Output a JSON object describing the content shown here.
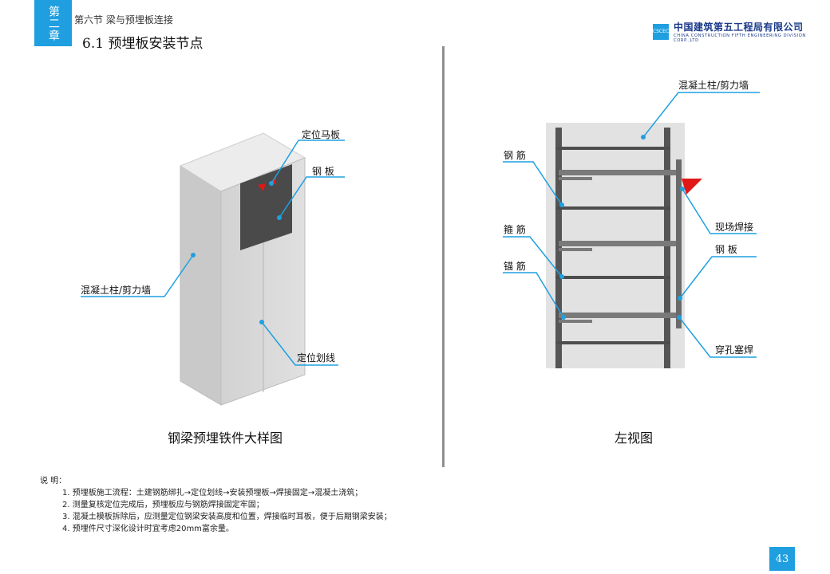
{
  "header": {
    "chapter_tab": "第二章",
    "section": "第六节  梁与预埋板连接",
    "subsection": "6.1  预埋板安装节点"
  },
  "logo": {
    "mark_text": "CSCEC",
    "name_cn": "中国建筑第五工程局有限公司",
    "name_en": "CHINA CONSTRUCTION FIFTH ENGINEERING DIVISION CORP.,LTD"
  },
  "left_figure": {
    "caption": "钢梁预埋铁件大样图",
    "labels": {
      "positioning_plate": "定位马板",
      "steel_plate": "钢  板",
      "concrete_column": "混凝土柱/剪力墙",
      "positioning_line": "定位划线"
    }
  },
  "right_figure": {
    "caption": "左视图",
    "labels": {
      "concrete_column": "混凝土柱/剪力墙",
      "rebar": "钢  筋",
      "stirrup": "箍  筋",
      "anchor_bar": "锚  筋",
      "field_weld": "现场焊接",
      "steel_plate": "钢  板",
      "plug_weld": "穿孔塞焊"
    }
  },
  "notes": {
    "heading": "说  明：",
    "items": [
      "1. 预埋板施工流程：土建钢筋绑扎→定位划线→安装预埋板→焊接固定→混凝土浇筑；",
      "2. 测量复核定位完成后，预埋板应与钢筋焊接固定牢固；",
      "3. 混凝土模板拆除后，应测量定位钢梁安装高度和位置，焊接临时耳板，便于后期钢梁安装；",
      "4. 预埋件尺寸深化设计时宜考虑20mm富余量。"
    ]
  },
  "page_number": "43",
  "colors": {
    "accent": "#1f9fe0",
    "leader": "#1fa0e0",
    "marker": "#e01818",
    "concrete": "#d9d9d9",
    "steel": "#5a5a5a"
  }
}
